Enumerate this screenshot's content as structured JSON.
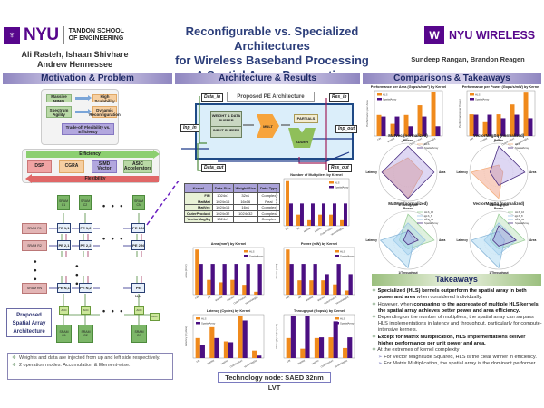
{
  "header": {
    "left_logo": {
      "name": "NYU",
      "subtitle_line1": "TANDON SCHOOL",
      "subtitle_line2": "OF ENGINEERING"
    },
    "left_authors": [
      "Ali Rasteh, Ishaan Shivhare",
      "Andrew Hennessee"
    ],
    "title_lines": [
      "Reconfigurable vs. Specialized Architectures",
      "for Wireless Baseband Processing",
      "A Spatial Array Perspective"
    ],
    "right_logo": {
      "name": "NYU WIRELESS",
      "mark": "W"
    },
    "right_authors": "Sundeep Rangan, Brandon Reagen"
  },
  "sections": {
    "motivation": "Motivation & Problem",
    "architecture": "Architecture & Results",
    "comparisons": "Comparisons & Takeaways"
  },
  "motivation": {
    "drivers": [
      {
        "from": "Massive MIMO",
        "to": "High Scalability"
      },
      {
        "from": "Spectrum Agility",
        "to": "Dynamic Reconfiguration"
      }
    ],
    "tradeoff": "Trade-off Flexibility vs. Efficiency",
    "efficiency_label": "Efficiency",
    "flexibility_label": "Flexibility",
    "architectures": [
      "DSP",
      "CGRA",
      "SIMD Vector",
      "ASIC Accelerators"
    ],
    "array": {
      "sram_top": [
        "SRAM C1",
        "SRAM C2",
        "SRAM CN"
      ],
      "sram_left": [
        "SRAM R1",
        "SRAM R2",
        "SRAM RN"
      ],
      "pe_rows": [
        [
          "PE 1,1",
          "PE 1,2",
          "PE 1,N"
        ],
        [
          "PE 2,1",
          "PE 2,2",
          "PE 2,N"
        ],
        [
          "PE N,1",
          "PE N,2",
          "PE N,N"
        ]
      ],
      "acc_label": "ACC",
      "sram_out": [
        "SRAM O1",
        "SRAM O2",
        "SRAM ON"
      ],
      "dots": "• • •"
    },
    "proposed_label": "Proposed Spatial Array Architecture",
    "notes": [
      "Weights and data are injected from up and left side respectively.",
      "2 operation modes: Accumulation & Element-wise."
    ]
  },
  "pe_arch": {
    "title": "Proposed PE Architecture",
    "io": {
      "data_in": "Data_in",
      "res_in": "Res_in",
      "inp_in": "Inp_in",
      "inp_out": "Inp_out",
      "data_out": "Data_out",
      "res_out": "Res_out"
    },
    "blocks": {
      "weight_buffer": "WEIGHT & DATA BUFFER",
      "input_buffer": "INPUT BUFFER",
      "mult": "MULT",
      "partials": "PARTIALS",
      "adder": "ADDER"
    }
  },
  "kernel_table": {
    "headers": [
      "Kernel",
      "Data Size",
      "Weight Size",
      "Data Type"
    ],
    "rows": [
      [
        "FIR",
        "1024x1",
        "32x1",
        "Complex"
      ],
      [
        "MatMat",
        "1024x16",
        "16x16",
        "Real"
      ],
      [
        "MatVec",
        "1024x16",
        "16x1",
        "Complex"
      ],
      [
        "OuterProduct",
        "1024x32",
        "1024x32",
        "Complex"
      ],
      [
        "VectorMagSq",
        "1024x1",
        "-",
        "Complex"
      ]
    ]
  },
  "tech_node": "Technology node: SAED 32nm LVT",
  "colors": {
    "hls": "#f08a1c",
    "spatial": "#4b0f82",
    "brand_purple": "#57068c",
    "title_blue": "#2c3e7a"
  },
  "chart_data": [
    {
      "type": "bar",
      "title": "Number of Multipliers by Kernel",
      "xlabel": "",
      "ylabel": "Number of Multipliers",
      "categories": [
        "FIR",
        "IIR",
        "MatMat",
        "MatVec",
        "OuterProduct",
        "VectorMagSq"
      ],
      "series": [
        {
          "name": "HLS",
          "values": [
            128,
            32,
            16,
            32,
            32,
            16
          ]
        },
        {
          "name": "SpatialArray",
          "values": [
            64,
            64,
            64,
            64,
            64,
            64
          ]
        }
      ],
      "ylim": [
        0,
        135
      ],
      "legend": "top-right"
    },
    {
      "type": "bar",
      "title": "Area (mm²) by Kernel",
      "ylabel": "Area (mm²)",
      "categories": [
        "FIR",
        "IIR",
        "MatMat",
        "MatVec",
        "OuterProduct",
        "VectorMagSq"
      ],
      "series": [
        {
          "name": "HLS",
          "values": [
            1.1,
            0.36,
            0.3,
            0.36,
            0.24,
            0.07
          ]
        },
        {
          "name": "SpatialArray",
          "values": [
            0.75,
            0.75,
            0.75,
            0.75,
            0.75,
            0.75
          ]
        }
      ],
      "ylim": [
        0,
        1.15
      ],
      "legend": "top-right"
    },
    {
      "type": "bar",
      "title": "Power (mW) by Kernel",
      "ylabel": "Power (mW)",
      "categories": [
        "FIR",
        "IIR",
        "MatMat",
        "MatVec",
        "OuterProduct",
        "VectorMagSq"
      ],
      "series": [
        {
          "name": "HLS",
          "values": [
            440,
            140,
            140,
            140,
            100,
            40
          ]
        },
        {
          "name": "SpatialArray",
          "values": [
            300,
            300,
            300,
            200,
            300,
            200
          ]
        }
      ],
      "ylim": [
        0,
        460
      ],
      "legend": "top-right"
    },
    {
      "type": "bar",
      "title": "Latency (Cycles) by Kernel",
      "ylabel": "Latency (Cycles)",
      "categories": [
        "FIR",
        "MatMat",
        "MatVec",
        "OuterProduct",
        "VectorMagSq"
      ],
      "series": [
        {
          "name": "HLS",
          "values": [
            2.4,
            3.7,
            2.0,
            5.0,
            0.9
          ]
        },
        {
          "name": "SpatialArray",
          "values": [
            1.6,
            2.4,
            1.9,
            4.5,
            0.3
          ]
        }
      ],
      "ylim": [
        0,
        5.2
      ],
      "legend": "top-left"
    },
    {
      "type": "bar",
      "title": "Throughput (Gops/s) by Kernel",
      "ylabel": "Throughput (Gops/s)",
      "categories": [
        "FIR",
        "MatMat",
        "MatVec",
        "OuterProduct",
        "VectorMagSq"
      ],
      "series": [
        {
          "name": "HLS",
          "values": [
            60,
            28,
            60,
            62,
            30
          ]
        },
        {
          "name": "SpatialArray",
          "values": [
            125,
            125,
            62,
            110,
            62
          ]
        }
      ],
      "ylim": [
        0,
        130
      ],
      "legend": "top-right"
    },
    {
      "type": "bar",
      "title": "Performance per Area (Gops/s/mm²) by Kernel",
      "ylabel": "Performance per Area",
      "categories": [
        "FIR",
        "MatMat",
        "MatVec",
        "OuterProduct",
        "VectorMagSq"
      ],
      "series": [
        {
          "name": "HLS",
          "values": [
            130,
            75,
            130,
            190,
            270
          ]
        },
        {
          "name": "SpatialArray",
          "values": [
            120,
            120,
            60,
            120,
            60
          ]
        }
      ],
      "ylim": [
        0,
        280
      ],
      "legend": "top-left"
    },
    {
      "type": "bar",
      "title": "Performance per Power (Gops/s/mW) by Kernel",
      "ylabel": "Performance per Power",
      "categories": [
        "FIR",
        "MatMat",
        "MatVec",
        "OuterProduct",
        "VectorMagSq"
      ],
      "series": [
        {
          "name": "HLS",
          "values": [
            0.55,
            0.35,
            0.55,
            0.8,
            1.1
          ]
        },
        {
          "name": "SpatialArray",
          "values": [
            0.54,
            0.54,
            0.45,
            0.54,
            0.45
          ]
        }
      ],
      "ylim": [
        0,
        1.15
      ],
      "legend": "top-left"
    },
    {
      "type": "radar",
      "title": "MatVec (normalized)",
      "axes": [
        "Power",
        "Area",
        "1/Throughput",
        "Latency"
      ],
      "series": [
        {
          "name": "HLS",
          "values": [
            0.5,
            0.5,
            0.9,
            0.9
          ]
        },
        {
          "name": "SpatialArray",
          "values": [
            0.9,
            0.9,
            0.9,
            0.9
          ]
        }
      ]
    },
    {
      "type": "radar",
      "title": "VectorMagSq (normalized)",
      "axes": [
        "Power",
        "Area",
        "1/Throughput",
        "Latency"
      ],
      "series": [
        {
          "name": "HLS",
          "values": [
            0.25,
            0.15,
            0.9,
            0.95
          ]
        },
        {
          "name": "SpatialArray",
          "values": [
            0.9,
            0.9,
            0.45,
            0.3
          ]
        }
      ]
    },
    {
      "type": "radar",
      "title": "MatMat (normalized)",
      "axes": [
        "Power",
        "Area",
        "1/Throughput",
        "Latency"
      ],
      "series": [
        {
          "name": "HLS_16",
          "values": [
            0.9,
            0.9,
            0.3,
            0.3
          ]
        },
        {
          "name": "HLS_8",
          "values": [
            0.6,
            0.6,
            0.5,
            0.5
          ]
        },
        {
          "name": "HLS_64",
          "values": [
            0.3,
            0.2,
            0.95,
            0.95
          ]
        },
        {
          "name": "SpatialArray",
          "values": [
            0.35,
            0.35,
            0.15,
            0.15
          ]
        }
      ]
    },
    {
      "type": "radar",
      "title": "VectorMagSq (normalized)",
      "axes": [
        "Power",
        "Area",
        "1/Throughput",
        "Latency"
      ],
      "series": [
        {
          "name": "HLS_16",
          "values": [
            0.9,
            0.9,
            0.3,
            0.3
          ]
        },
        {
          "name": "HLS_8",
          "values": [
            0.6,
            0.6,
            0.5,
            0.5
          ]
        },
        {
          "name": "HLS_64",
          "values": [
            0.3,
            0.2,
            0.95,
            0.95
          ]
        },
        {
          "name": "SpatialArray",
          "values": [
            0.5,
            0.6,
            0.2,
            0.2
          ]
        }
      ]
    }
  ],
  "takeaways": {
    "title": "Takeaways",
    "items": [
      {
        "bold": "Specialized (HLS) kernels outperform the spatial array in both power and area",
        "rest": " when considered individually."
      },
      {
        "pre": "However, when ",
        "bold": "comparing to the aggregate of multiple HLS kernels, the spatial array achieves better power and area efficiency.",
        "rest": ""
      },
      {
        "rest": "Depending on the number of multipliers, the spatial array can surpass HLS implementations in latency and throughput, particularly for compute-intensive kernels."
      },
      {
        "bold": "Except for Matrix Multiplication, HLS implementations deliver higher performance per unit power and area.",
        "rest": ""
      },
      {
        "rest": "At the extremes of kernel complexity"
      }
    ],
    "sub_items": [
      "For Vector Magnitude Squared, HLS is the clear winner in efficiency.",
      "For Matrix Multiplication, the spatial array is the dominant performer."
    ]
  }
}
